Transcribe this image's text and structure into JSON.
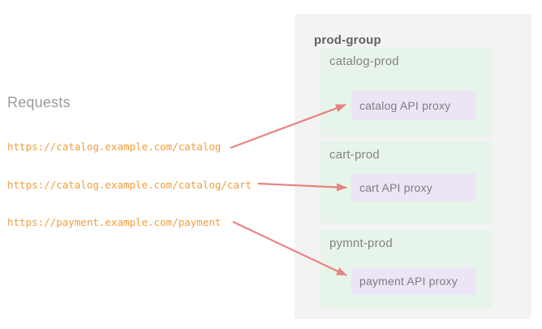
{
  "colors": {
    "group_bg": "#f3f3f3",
    "env_bg": "#e7f4e9",
    "proxy_bg": "#ece5f6",
    "arrow": "#e98282",
    "url_text": "#f29d3c",
    "label_gray": "#9b9b9b",
    "env_label": "#828282",
    "proxy_label": "#7d7d7d",
    "group_title": "#5f6368"
  },
  "left": {
    "heading": "Requests",
    "urls": [
      "https://catalog.example.com/catalog",
      "https://catalog.example.com/catalog/cart",
      "https://payment.example.com/payment"
    ]
  },
  "group": {
    "title": "prod-group",
    "environments": [
      {
        "name": "catalog-prod",
        "proxy": "catalog API proxy"
      },
      {
        "name": "cart-prod",
        "proxy": "cart API proxy"
      },
      {
        "name": "pymnt-prod",
        "proxy": "payment API proxy"
      }
    ]
  }
}
